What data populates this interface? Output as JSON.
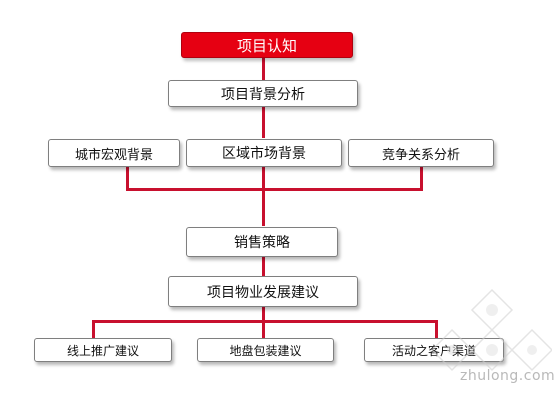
{
  "diagram": {
    "root": "项目认知",
    "level1": "项目背景分析",
    "background_items": [
      "城市宏观背景",
      "区域市场背景",
      "竞争关系分析"
    ],
    "strategy": "销售策略",
    "development": "项目物业发展建议",
    "suggestion_items": [
      "线上推广建议",
      "地盘包装建议",
      "活动之客户渠道"
    ]
  },
  "watermark": {
    "text": "zhulong.com"
  },
  "colors": {
    "accent": "#e60012",
    "connector": "#c8102e",
    "box_border": "#7f7f7f"
  }
}
